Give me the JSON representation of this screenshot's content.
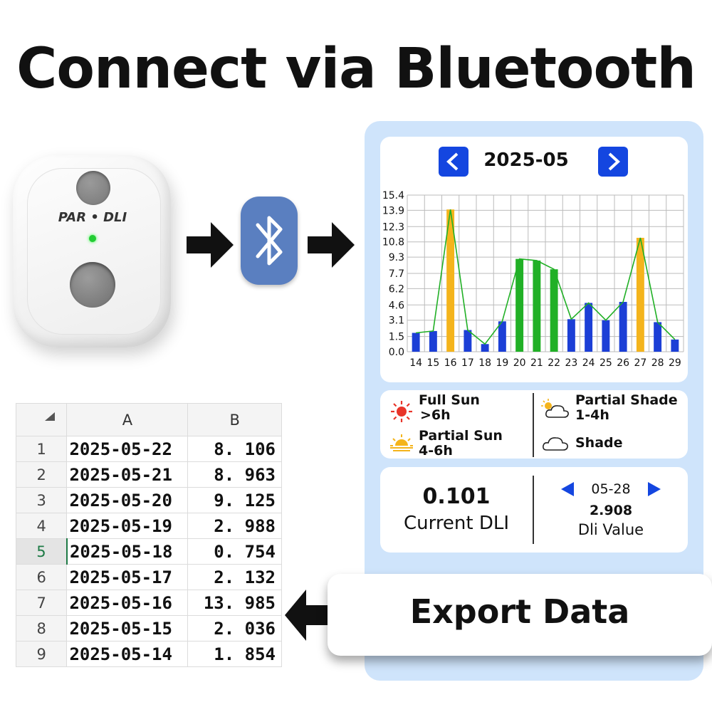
{
  "headline": "Connect via Bluetooth",
  "device": {
    "label": "PAR • DLI"
  },
  "app": {
    "month": "2025-05",
    "chart": {
      "y_ticks": [
        "15.4",
        "13.9",
        "12.3",
        "10.8",
        "9.3",
        "7.7",
        "6.2",
        "4.6",
        "3.1",
        "1.5",
        "0.0"
      ],
      "x_ticks": [
        "14",
        "15",
        "16",
        "17",
        "18",
        "19",
        "20",
        "21",
        "22",
        "23",
        "24",
        "25",
        "26",
        "27",
        "28",
        "29"
      ]
    },
    "legend": {
      "full_sun": {
        "label": "Full Sun",
        "sub": ">6h",
        "icon": "sun-icon"
      },
      "partial_sun": {
        "label": "Partial Sun",
        "sub": "4-6h",
        "icon": "sunrise-icon"
      },
      "partial_shade": {
        "label": "Partial Shade",
        "sub": "1-4h",
        "icon": "cloud-sun-icon"
      },
      "shade": {
        "label": "Shade",
        "icon": "cloud-icon"
      }
    },
    "current": {
      "value": "0.101",
      "caption": "Current DLI"
    },
    "selected": {
      "date": "05-28",
      "value": "2.908",
      "caption": "Dli Value"
    }
  },
  "export_label": "Export Data",
  "sheet": {
    "columns": [
      "A",
      "B"
    ],
    "rows": [
      {
        "n": "1",
        "a": "2025-05-22",
        "b": "8. 106"
      },
      {
        "n": "2",
        "a": "2025-05-21",
        "b": "8. 963"
      },
      {
        "n": "3",
        "a": "2025-05-20",
        "b": "9. 125"
      },
      {
        "n": "4",
        "a": "2025-05-19",
        "b": "2. 988"
      },
      {
        "n": "5",
        "a": "2025-05-18",
        "b": "0. 754"
      },
      {
        "n": "6",
        "a": "2025-05-17",
        "b": "2. 132"
      },
      {
        "n": "7",
        "a": "2025-05-16",
        "b": "13. 985"
      },
      {
        "n": "8",
        "a": "2025-05-15",
        "b": "2. 036"
      },
      {
        "n": "9",
        "a": "2025-05-14",
        "b": "1. 854"
      }
    ]
  },
  "colors": {
    "panel": "#cfe4fb",
    "nav": "#1446e0",
    "shade_bar": "#1c3fd6",
    "partial_bar": "#21b026",
    "full_bar": "#f4b41c",
    "line": "#21b026"
  },
  "chart_data": {
    "type": "bar",
    "title": "2025-05",
    "categories": [
      "14",
      "15",
      "16",
      "17",
      "18",
      "19",
      "20",
      "21",
      "22",
      "23",
      "24",
      "25",
      "26",
      "27",
      "28",
      "29"
    ],
    "values": [
      1.854,
      2.036,
      13.985,
      2.132,
      0.754,
      2.988,
      9.125,
      8.963,
      8.106,
      3.2,
      4.8,
      3.1,
      4.9,
      11.2,
      2.908,
      1.2
    ],
    "bar_colors": [
      "#1c3fd6",
      "#1c3fd6",
      "#f4b41c",
      "#1c3fd6",
      "#1c3fd6",
      "#1c3fd6",
      "#21b026",
      "#21b026",
      "#21b026",
      "#1c3fd6",
      "#1c3fd6",
      "#1c3fd6",
      "#1c3fd6",
      "#f4b41c",
      "#1c3fd6",
      "#1c3fd6"
    ],
    "ylim": [
      0,
      15.4
    ],
    "grid": true,
    "overlay": "line"
  }
}
